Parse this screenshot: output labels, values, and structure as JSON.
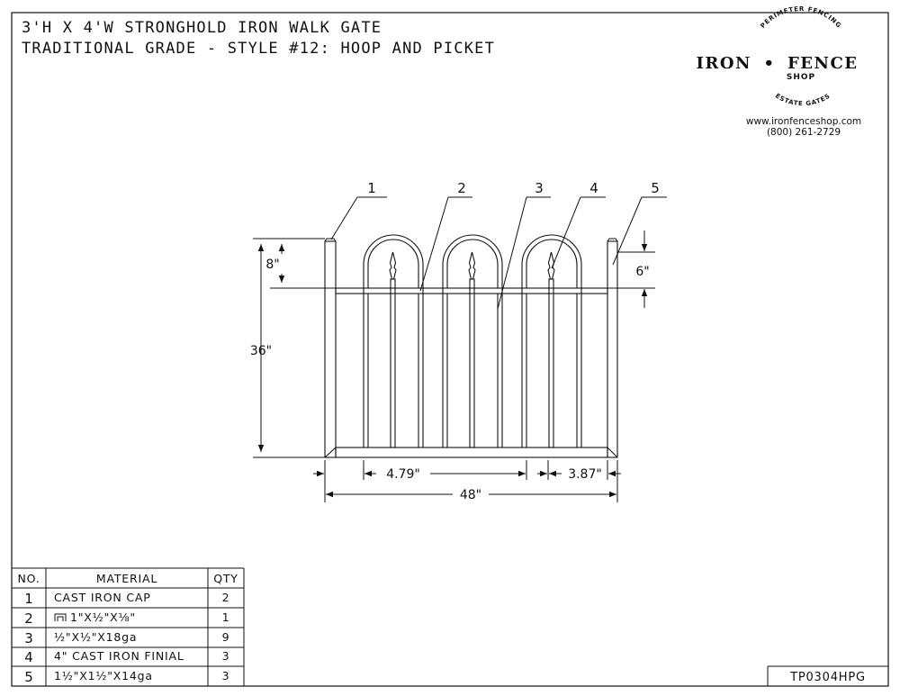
{
  "title": {
    "line1": "3'H X 4'W STRONGHOLD IRON WALK GATE",
    "line2": "TRADITIONAL GRADE - STYLE #12: HOOP AND PICKET"
  },
  "logo": {
    "brand_left": "IRON",
    "bullet": "•",
    "brand_right": "FENCE",
    "shop": "SHOP",
    "arc_top": "PERIMETER FENCING",
    "arc_bottom": "ESTATE GATES",
    "website": "www.ironfenceshop.com",
    "phone": "(800) 261-2729"
  },
  "callouts": [
    "1",
    "2",
    "3",
    "4",
    "5"
  ],
  "dimensions": {
    "hoop_height": "8\"",
    "gate_height": "36\"",
    "picket_rise": "6\"",
    "picket_spacing": "4.79\"",
    "end_spacing": "3.87\"",
    "gate_width": "48\""
  },
  "materials_table": {
    "headers": [
      "NO.",
      "MATERIAL",
      "QTY"
    ],
    "rows": [
      {
        "no": "1",
        "material": "CAST IRON CAP",
        "qty": "2"
      },
      {
        "no": "2",
        "material": "1\"X½\"X⅛\"",
        "qty": "1"
      },
      {
        "no": "3",
        "material": "½\"X½\"X18ga",
        "qty": "9"
      },
      {
        "no": "4",
        "material": "4\" CAST IRON FINIAL",
        "qty": "3"
      },
      {
        "no": "5",
        "material": "1½\"X1½\"X14ga",
        "qty": "3"
      }
    ]
  },
  "drawing_number": "TP0304HPG"
}
